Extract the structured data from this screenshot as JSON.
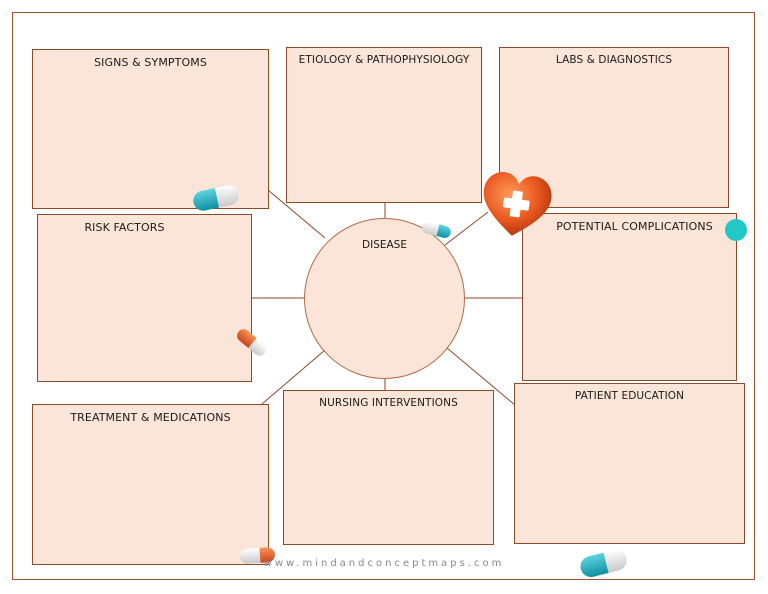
{
  "diagram": {
    "center": {
      "label": "DISEASE"
    },
    "boxes": {
      "signs": "SIGNS & SYMPTOMS",
      "etiology": "ETIOLOGY & PATHOPHYSIOLOGY",
      "labs": "LABS & DIAGNOSTICS",
      "risk": "RISK FACTORS",
      "complications": "POTENTIAL COMPLICATIONS",
      "treatment": "TREATMENT & MEDICATIONS",
      "nursing": "NURSING INTERVENTIONS",
      "education": "PATIENT EDUCATION"
    },
    "footer": "www.mindandconceptmaps.com"
  },
  "colors": {
    "box_fill": "#fbe5d8",
    "box_border": "#8b4a2b",
    "capsule_teal": "#1aaabb",
    "capsule_orange": "#e0632a",
    "heart": "#e8561e",
    "dot": "#22c7c7"
  },
  "icons": [
    "capsule-teal-icon",
    "capsule-orange-icon",
    "heart-plus-icon",
    "teal-dot-icon"
  ]
}
